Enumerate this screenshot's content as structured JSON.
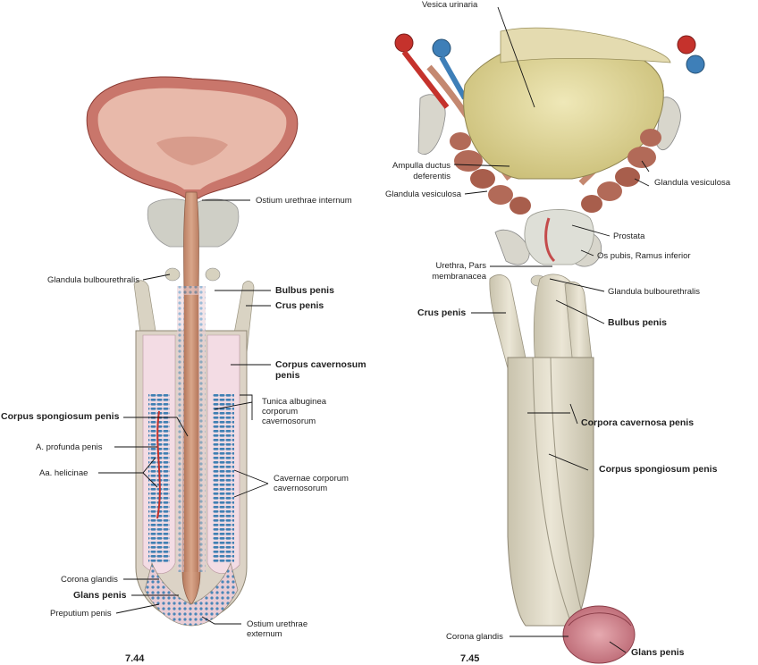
{
  "figures": {
    "left_number": "7.44",
    "right_number": "7.45"
  },
  "labels_left": {
    "ostium_int": "Ostium urethrae internum",
    "gl_bulbo": "Glandula bulbourethralis",
    "bulbus": "Bulbus penis",
    "crus": "Crus penis",
    "corpus_cav_1": "Corpus cavernosum",
    "corpus_cav_2": "penis",
    "tunica_1": "Tunica albuginea",
    "tunica_2": "corporum",
    "tunica_3": "cavernosorum",
    "corpus_spong": "Corpus spongiosum penis",
    "a_profunda": "A. profunda penis",
    "aa_helicinae": "Aa. helicinae",
    "cavernae_1": "Cavernae corporum",
    "cavernae_2": "cavernosorum",
    "corona": "Corona glandis",
    "glans": "Glans penis",
    "preputium": "Preputium penis",
    "ostium_ext_1": "Ostium urethrae",
    "ostium_ext_2": "externum"
  },
  "labels_right": {
    "vesica": "Vesica urinaria",
    "ampulla_1": "Ampulla ductus",
    "ampulla_2": "deferentis",
    "gl_vesic_l": "Glandula vesiculosa",
    "gl_vesic_r": "Glandula vesiculosa",
    "prostata": "Prostata",
    "os_pubis": "Os pubis, Ramus inferior",
    "urethra_1": "Urethra, Pars",
    "urethra_2": "membranacea",
    "gl_bulbo": "Glandula bulbourethralis",
    "crus": "Crus penis",
    "bulbus": "Bulbus penis",
    "corpora_cav": "Corpora cavernosa penis",
    "corpus_spong": "Corpus spongiosum penis",
    "corona": "Corona glandis",
    "glans": "Glans penis"
  },
  "colors": {
    "bladder_wall": "#c9766b",
    "bladder_mucosa": "#e7b7a8",
    "erectile_pink": "#f2d8df",
    "cavernae_blue": "#3f7fb3",
    "corpus_tan": "#c08a6a",
    "bone_gray": "#d8d6cc",
    "shaft_beige": "#dcd6c2",
    "glans_rose": "#c97a86",
    "bladder_yellow": "#d9cf8a",
    "artery_red": "#c5322c",
    "vein_blue": "#3e7fb8",
    "leader": "#111111"
  }
}
